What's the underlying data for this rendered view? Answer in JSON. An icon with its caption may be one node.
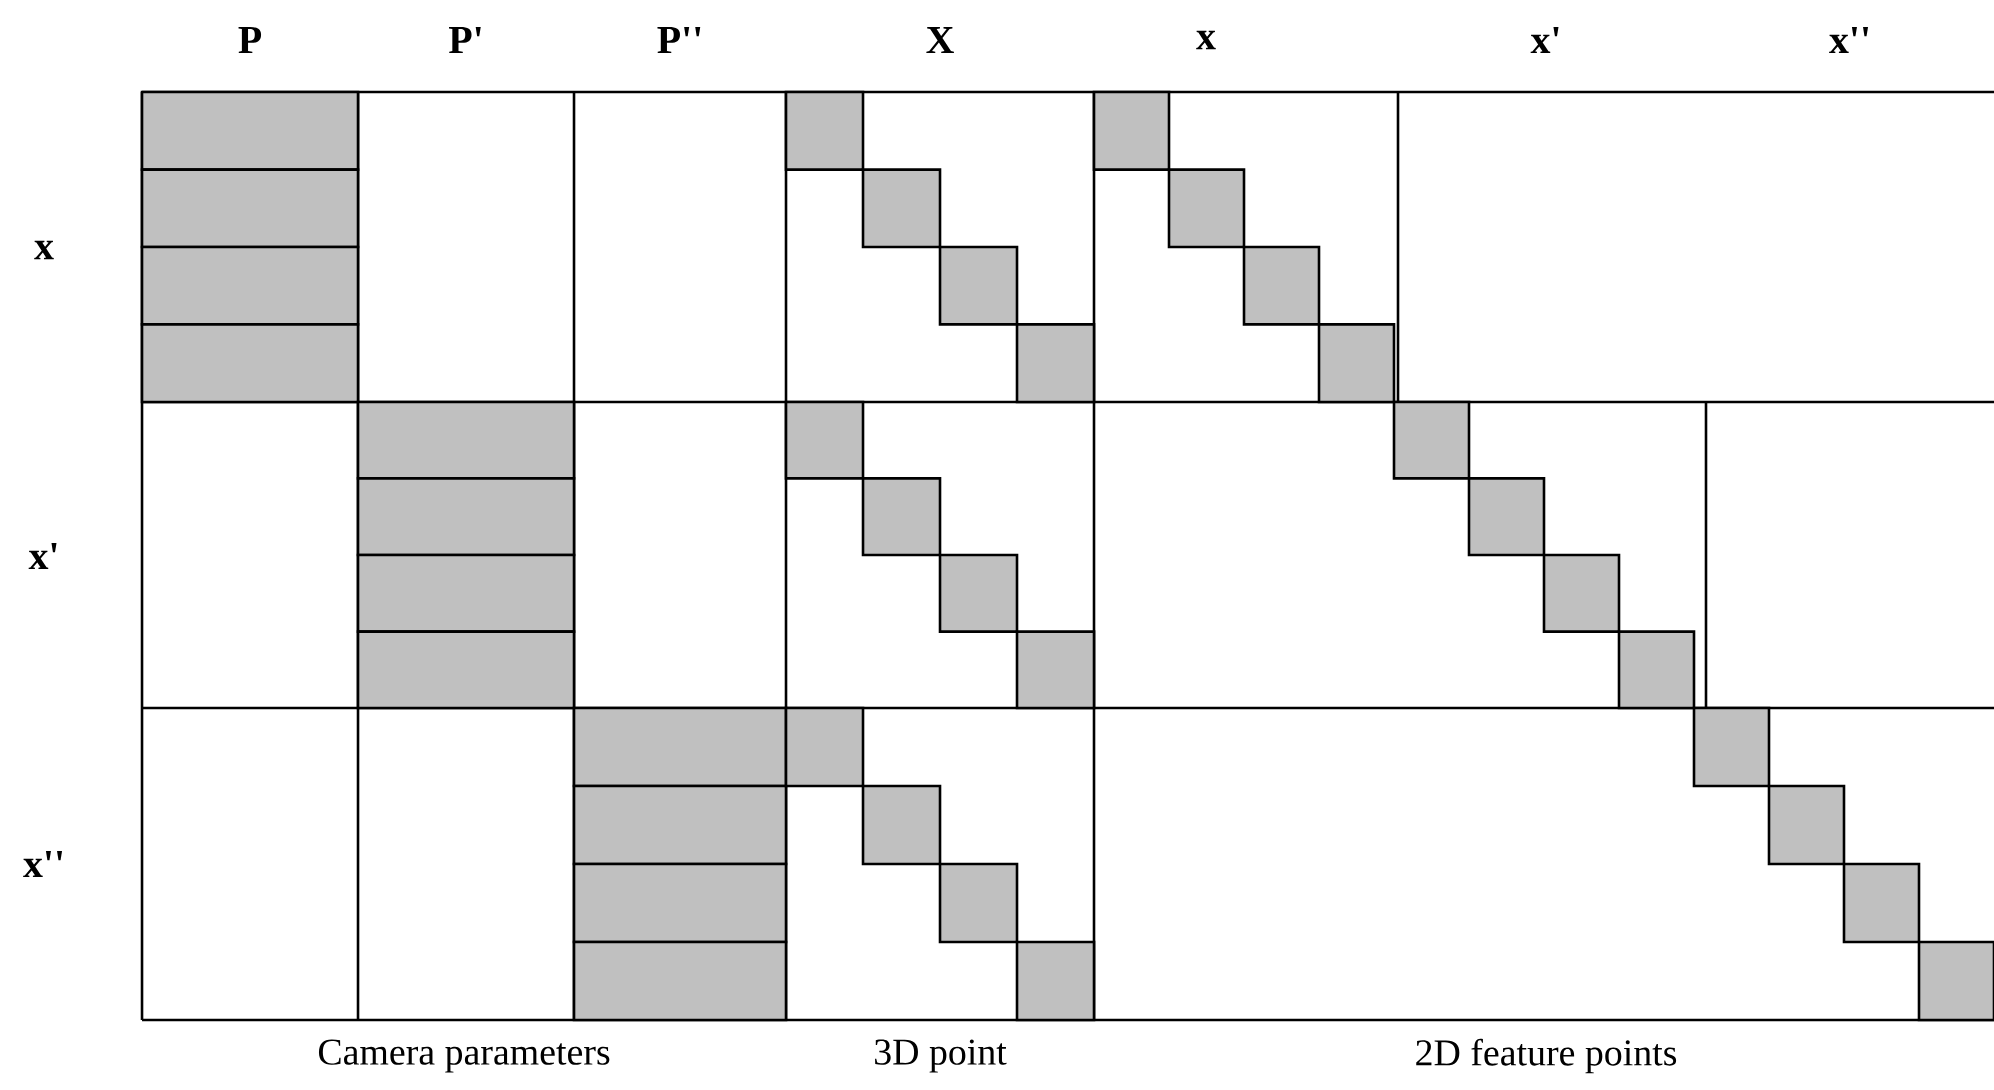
{
  "diagram": {
    "labels": [
      "P",
      "P'",
      "P''",
      "X",
      "x",
      "x'",
      "x''",
      "x",
      "x'",
      "x''",
      "Camera parameters",
      "3D point",
      "2D feature points"
    ]
  }
}
